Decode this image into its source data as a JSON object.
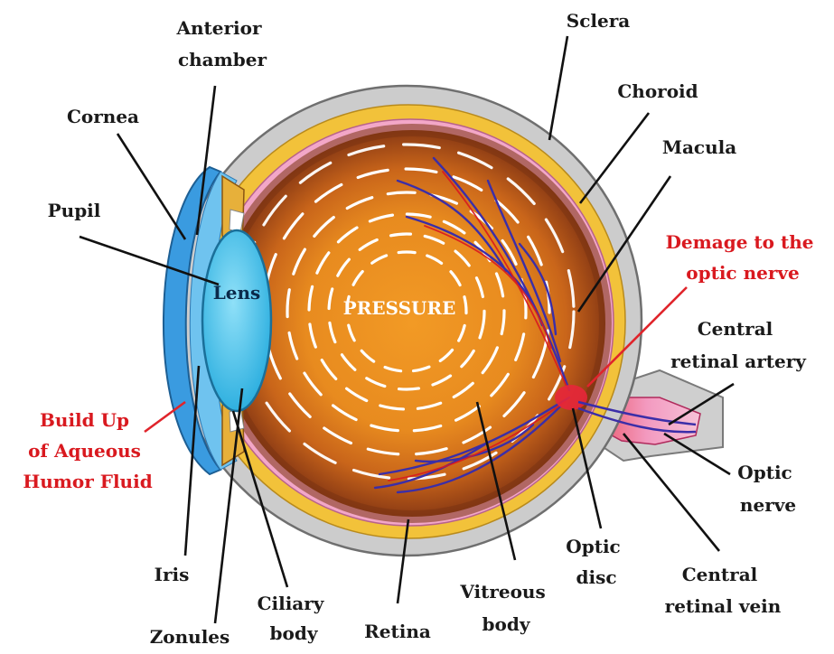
{
  "title": "",
  "labels": {
    "anterior_chamber": [
      "Anterior",
      "chamber"
    ],
    "sclera": "Sclera",
    "choroid": "Choroid",
    "cornea": "Cornea",
    "macula": "Macula",
    "pupil": "Pupil",
    "damage": [
      "Demage to the",
      "optic nerve"
    ],
    "lens": "Lens",
    "pressure": "PRESSURE",
    "central_retinal_artery": [
      "Central",
      "retinal artery"
    ],
    "build_up": [
      "Build Up",
      "of Aqueous",
      "Humor Fluid"
    ],
    "optic_nerve": [
      "Optic",
      "nerve"
    ],
    "iris": "Iris",
    "ciliary_body": [
      "Ciliary",
      "body"
    ],
    "vitreous_body": [
      "Vitreous",
      "body"
    ],
    "optic_disc": [
      "Optic",
      "disc"
    ],
    "central_retinal_vein": [
      "Central",
      "retinal vein"
    ],
    "zonules": "Zonules",
    "retina": "Retina"
  },
  "colors": {
    "sclera": "#c9c9c9",
    "choroid": "#f2c23a",
    "retina": "#f3a7c8",
    "vitreous": "#e8901e",
    "vitreous_edge": "#8c3d16",
    "cornea": "#3a9be0",
    "lens": "#4fc6ee",
    "vessels": "#3b2ea8",
    "warning": "#d9191f"
  }
}
